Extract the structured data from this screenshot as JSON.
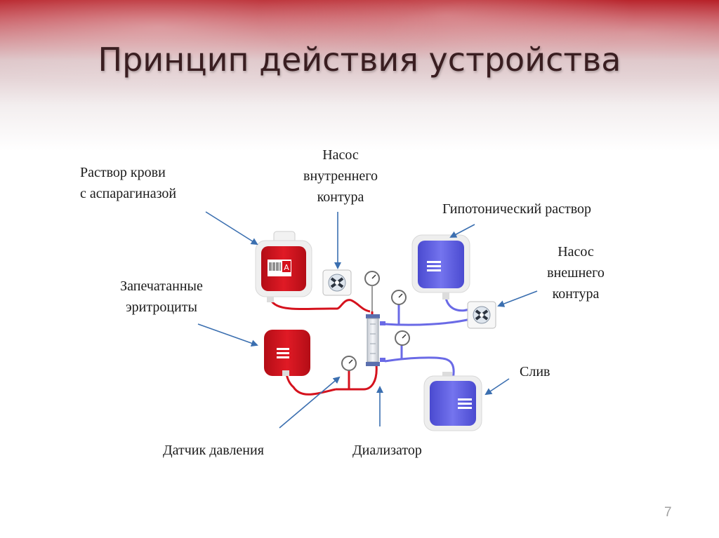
{
  "slide": {
    "title": "Принцип действия устройства",
    "page_number": "7"
  },
  "labels": {
    "blood_solution_line1": "Раствор крови",
    "blood_solution_line2": "с аспарагиназой",
    "inner_pump_line1": "Насос",
    "inner_pump_line2": "внутреннего",
    "inner_pump_line3": "контура",
    "hypotonic_solution": "Гипотонический раствор",
    "outer_pump_line1": "Насос",
    "outer_pump_line2": "внешнего",
    "outer_pump_line3": "контура",
    "sealed_rbc_line1": "Запечатанные",
    "sealed_rbc_line2": "эритроциты",
    "drain": "Слив",
    "pressure_sensor": "Датчик давления",
    "dialyzer": "Диализатор"
  },
  "bag_markings": {
    "blood_type": "A"
  },
  "colors": {
    "blood": "#d5121d",
    "solution": "#6a6ae6",
    "arrow": "#3b6fb0",
    "title": "#3a1e21"
  }
}
